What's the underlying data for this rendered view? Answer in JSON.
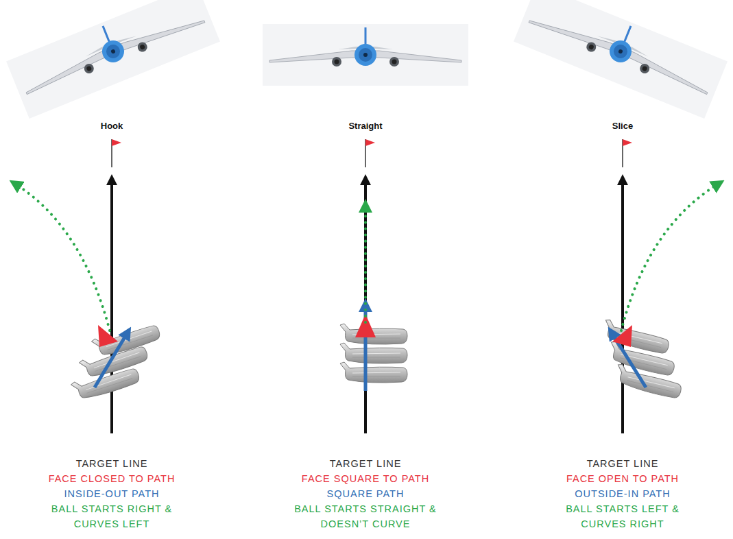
{
  "diagram": {
    "labels": [
      "Hook",
      "Straight",
      "Slice",
      "TARGET LINE",
      "FACE CLOSED TO PATH",
      "INSIDE-OUT PATH",
      "BALL STARTS RIGHT & CURVES LEFT",
      "TARGET LINE",
      "FACE SQUARE TO PATH",
      "SQUARE PATH",
      "BALL STARTS STRAIGHT & DOESN’T CURVE",
      "TARGET LINE",
      "FACE OPEN TO PATH",
      "OUTSIDE-IN PATH",
      "BALL STARTS LEFT & CURVES RIGHT"
    ]
  }
}
